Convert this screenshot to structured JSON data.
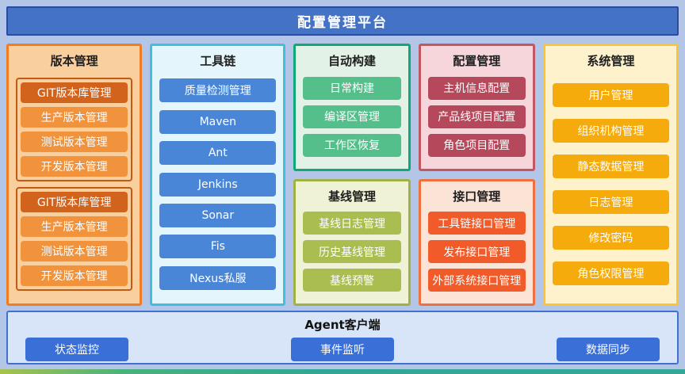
{
  "header": {
    "title": "配置管理平台"
  },
  "panels": [
    {
      "id": "version-management",
      "title": "版本管理",
      "groups": [
        {
          "items": [
            "GIT版本库管理",
            "生产版本管理",
            "测试版本管理",
            "开发版本管理"
          ]
        },
        {
          "items": [
            "GIT版本库管理",
            "生产版本管理",
            "测试版本管理",
            "开发版本管理"
          ]
        }
      ]
    },
    {
      "id": "toolchain",
      "title": "工具链",
      "items": [
        "质量检测管理",
        "Maven",
        "Ant",
        "Jenkins",
        "Sonar",
        "Fis",
        "Nexus私服"
      ]
    },
    {
      "id": "auto-build",
      "title": "自动构建",
      "items": [
        "日常构建",
        "编译区管理",
        "工作区恢复"
      ]
    },
    {
      "id": "baseline-management",
      "title": "基线管理",
      "items": [
        "基线日志管理",
        "历史基线管理",
        "基线预警"
      ]
    },
    {
      "id": "config-management",
      "title": "配置管理",
      "items": [
        "主机信息配置",
        "产品线项目配置",
        "角色项目配置"
      ]
    },
    {
      "id": "interface-management",
      "title": "接口管理",
      "items": [
        "工具链接口管理",
        "发布接口管理",
        "外部系统接口管理"
      ]
    },
    {
      "id": "system-management",
      "title": "系统管理",
      "items": [
        "用户管理",
        "组织机构管理",
        "静态数据管理",
        "日志管理",
        "修改密码",
        "角色权限管理"
      ]
    }
  ],
  "agent": {
    "title": "Agent客户端",
    "items": [
      "状态监控",
      "事件监听",
      "数据同步"
    ]
  },
  "colors": {
    "background": "#b4c6e7",
    "header_fill": "#4472c4",
    "header_border": "#2e4a9e",
    "version_border": "#ef7d25",
    "version_item": "#f0933c",
    "version_item_dark": "#d2631d",
    "toolchain_border": "#3fbedd",
    "toolchain_item": "#4a86d8",
    "autobuild_border": "#10a873",
    "autobuild_item": "#55bf8b",
    "baseline_border": "#a0b145",
    "baseline_item": "#a9bd50",
    "config_border": "#c25764",
    "config_item": "#b5495b",
    "interface_border": "#ee7040",
    "interface_item": "#f15b2a",
    "system_border": "#fdc431",
    "system_item": "#f5ab0c",
    "agent_border": "#4070d0",
    "agent_item": "#3a6fd8"
  }
}
